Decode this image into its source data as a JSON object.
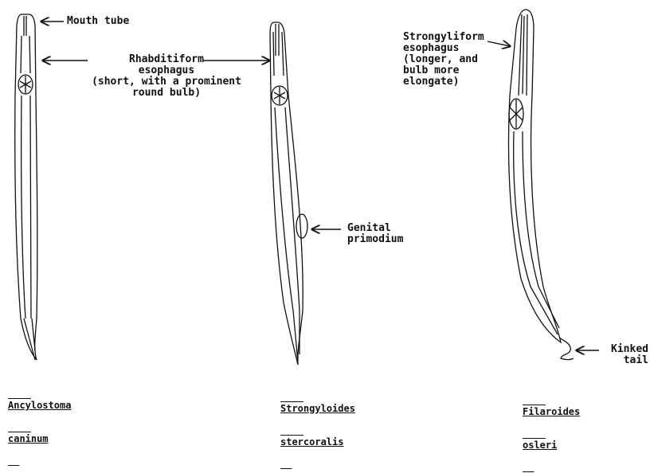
{
  "labels": {
    "mouth_tube": "Mouth tube",
    "rhabditiform": "Rhabditiform\nesophagus\n(short, with a prominent\nround bulb)",
    "strongyliform": "Strongyliform\nesophagus\n(longer, and\nbulb more\nelongate)",
    "genital": "Genital\nprimodium",
    "kinked": "Kinked\ntail"
  },
  "species": [
    {
      "line1": "Ancylostoma",
      "line2": "caninum"
    },
    {
      "line1": "Strongyloides",
      "line2": "stercoralis"
    },
    {
      "line1": "Filaroides",
      "line2": "osleri"
    }
  ],
  "colors": {
    "ink": "#111111",
    "paper": "#ffffff"
  }
}
